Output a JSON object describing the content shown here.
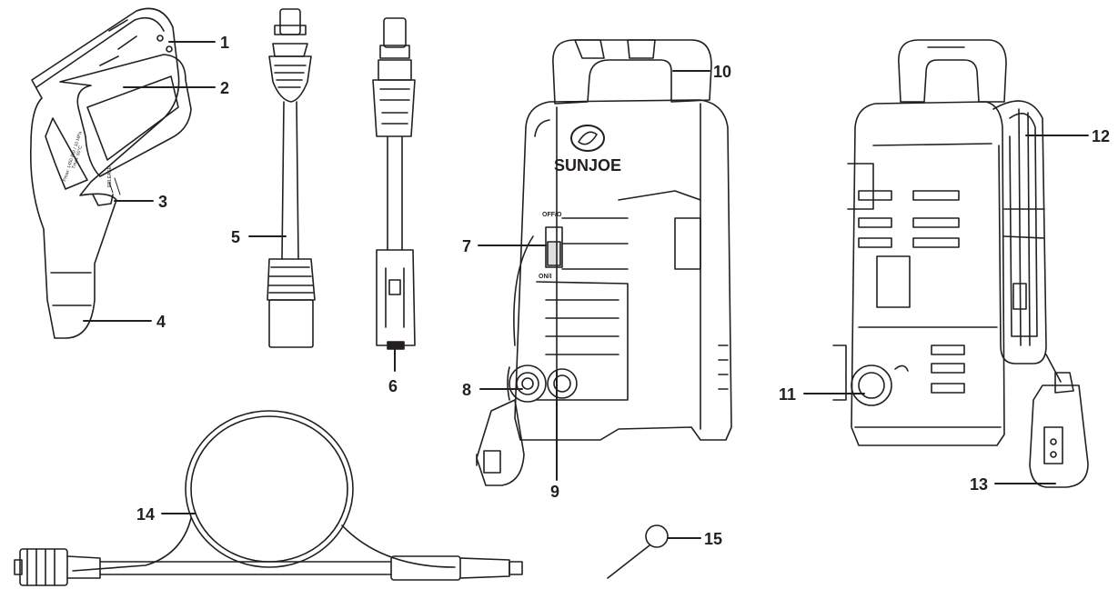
{
  "brand": {
    "name": "SUNJOE"
  },
  "gun_labels": {
    "release": "RELEASE",
    "pressure_rating": "Pmax: 1450 PSI / 10 MPa",
    "temp_rating": "Tmax: 50°C"
  },
  "switch_labels": {
    "off": "OFF/O",
    "on": "ON/I"
  },
  "callouts": [
    "1",
    "2",
    "3",
    "4",
    "5",
    "6",
    "7",
    "8",
    "9",
    "10",
    "11",
    "12",
    "13",
    "14",
    "15"
  ],
  "colors": {
    "line": "#231f20",
    "background": "#ffffff",
    "dark_fill": "#231f20"
  }
}
